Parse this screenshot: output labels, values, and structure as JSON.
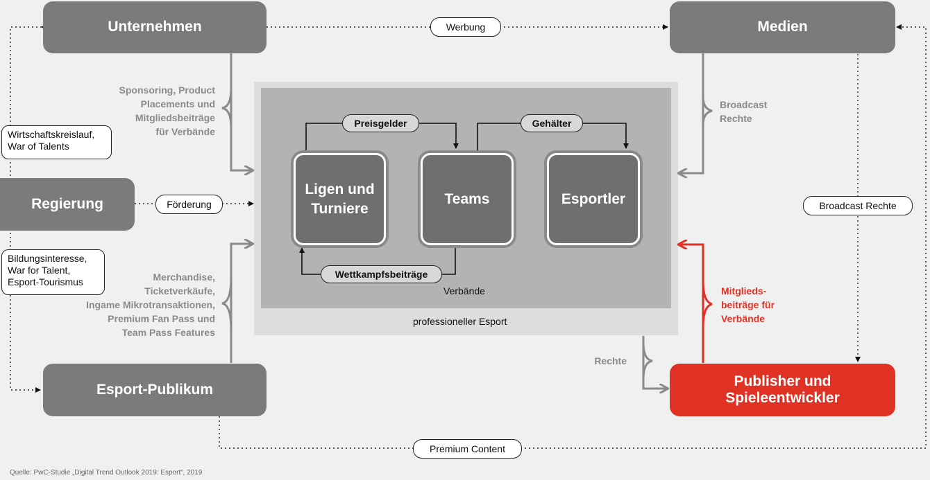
{
  "nodes": {
    "unternehmen": "Unternehmen",
    "medien": "Medien",
    "regierung": "Regierung",
    "publikum": "Esport-Publikum",
    "publisher": "Publisher und\nSpieleentwickler"
  },
  "inner_nodes": {
    "ligen": "Ligen und\nTurniere",
    "teams": "Teams",
    "esportler": "Esportler"
  },
  "pills": {
    "werbung": "Werbung",
    "foerderung": "Förderung",
    "broadcast": "Broadcast Rechte",
    "premium": "Premium Content",
    "preisgelder": "Preisgelder",
    "gehaelter": "Gehälter",
    "wettkampf": "Wettkampfsbeiträge"
  },
  "notes": {
    "wirtschaft": "Wirtschaftskreislauf,\nWar of Talents",
    "bildung": "Bildungsinteresse,\nWar for Talent,\nEsport-Tourismus"
  },
  "flows": {
    "sponsoring": "Sponsoring, Product\nPlacements und\nMitgliedsbeiträge\nfür Verbände",
    "merchandise": "Merchandise,\nTicketverkäufe,\nIngame Mikrotransaktionen,\nPremium Fan Pass und\nTeam Pass Features",
    "broadcast_rechte": "Broadcast\nRechte",
    "mitglieds": "Mitglieds-\nbeiträge für\nVerbände",
    "rechte": "Rechte"
  },
  "labels": {
    "verbaende": "Verbände",
    "professioneller": "professioneller Esport"
  },
  "source": "Quelle: PwC-Studie „Digital Trend Outlook 2019: Esport“, 2019",
  "colors": {
    "node_gray": "#7b7b7b",
    "accent_red": "#e03224",
    "flow_text_gray": "#8a8a8a",
    "outer_box": "#dddddd",
    "inner_box": "#b3b3b3"
  }
}
